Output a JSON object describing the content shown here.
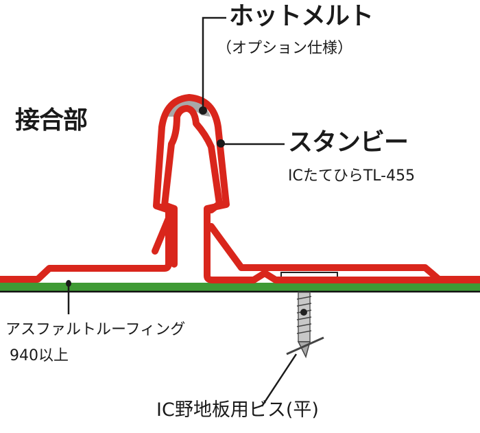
{
  "labels": {
    "hot_melt": "ホットメルト",
    "hot_melt_note": "（オプション仕様）",
    "joint": "接合部",
    "stanby": "スタンビー",
    "stanby_model": "ICたてひらTL-455",
    "roofing": "アスファルトルーフィング",
    "roofing_spec": "940以上",
    "screw": "IC野地板用ビス(平)"
  },
  "colors": {
    "roof_panel": "#d9261c",
    "underlay": "#3f9a35",
    "hot_melt": "#a8a8a8",
    "leader": "#1a1a1a"
  }
}
